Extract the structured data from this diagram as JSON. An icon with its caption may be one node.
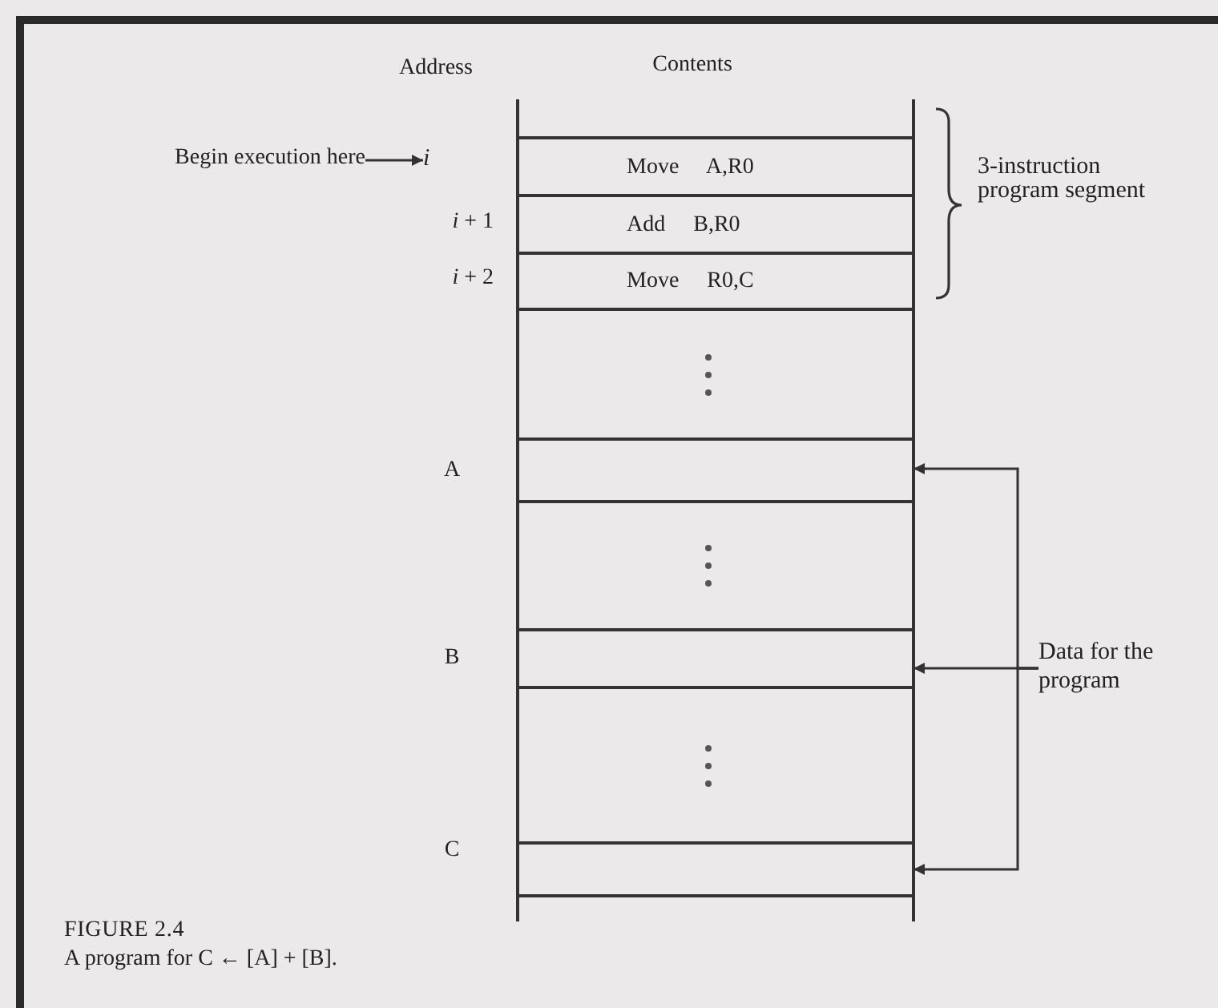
{
  "diagram": {
    "caption": "A program for C ← [A] + [B].",
    "nodes": [
      {
        "text": [
          "Begin execution here"
        ]
      },
      {
        "text": [
          "i"
        ]
      },
      {
        "text": [
          "Move A,R0"
        ]
      },
      {
        "text": [
          "Add B,R0"
        ]
      },
      {
        "text": [
          "Move R0,C"
        ]
      },
      {
        "text": [],
        "shape": "box"
      },
      {
        "text": [],
        "shape": "box"
      },
      {
        "text": [],
        "shape": "box"
      },
      {
        "text": [],
        "shape": "box"
      },
      {
        "text": [],
        "shape": "box"
      },
      {
        "text": [],
        "shape": "box"
      },
      {
        "text": [
          "Data for the program"
        ]
      }
    ],
    "edges": [
      {
        "from": 0,
        "to": 1,
        "arrow": "to"
      },
      {
        "from": 11,
        "to": 6,
        "arrow": "to"
      },
      {
        "from": 11,
        "to": 8,
        "arrow": "to"
      },
      {
        "from": 11,
        "to": 10,
        "arrow": "to"
      }
    ],
    "labels": [
      "Address",
      "Contents",
      "*i* + 1",
      "*i* + 2",
      "A",
      "B",
      "C",
      "3-instruction program segment",
      "FIGURE 2.4"
    ]
  }
}
